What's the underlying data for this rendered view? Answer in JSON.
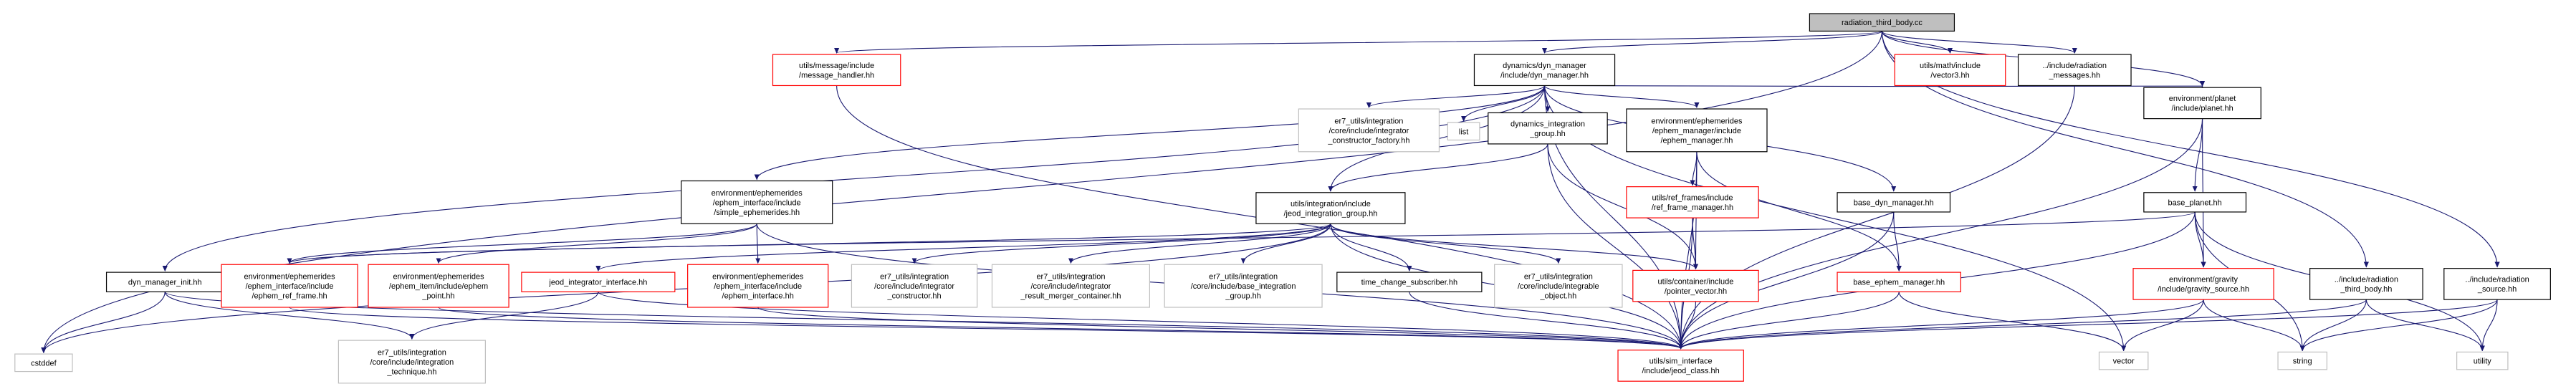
{
  "graph": {
    "nodes": [
      {
        "id": "radiation_third_body_cc",
        "lines": [
          "radiation_third_body.cc"
        ],
        "style": "root"
      },
      {
        "id": "message_handler",
        "lines": [
          "utils/message/include",
          "/message_handler.hh"
        ],
        "style": "red"
      },
      {
        "id": "dyn_manager",
        "lines": [
          "dynamics/dyn_manager",
          "/include/dyn_manager.hh"
        ],
        "style": "black"
      },
      {
        "id": "vector3",
        "lines": [
          "utils/math/include",
          "/vector3.hh"
        ],
        "style": "red"
      },
      {
        "id": "radiation_messages",
        "lines": [
          "../include/radiation",
          "_messages.hh"
        ],
        "style": "black"
      },
      {
        "id": "er7_constructor_factory",
        "lines": [
          "er7_utils/integration",
          "/core/include/integrator",
          "_constructor_factory.hh"
        ],
        "style": "gray"
      },
      {
        "id": "list",
        "lines": [
          "list"
        ],
        "style": "gray"
      },
      {
        "id": "dynamics_integration_group",
        "lines": [
          "dynamics_integration",
          "_group.hh"
        ],
        "style": "black"
      },
      {
        "id": "ephem_manager",
        "lines": [
          "environment/ephemerides",
          "/ephem_manager/include",
          "/ephem_manager.hh"
        ],
        "style": "black"
      },
      {
        "id": "planet",
        "lines": [
          "environment/planet",
          "/include/planet.hh"
        ],
        "style": "black"
      },
      {
        "id": "simple_ephemerides",
        "lines": [
          "environment/ephemerides",
          "/ephem_interface/include",
          "/simple_ephemerides.hh"
        ],
        "style": "black"
      },
      {
        "id": "ref_frame_manager",
        "lines": [
          "utils/ref_frames/include",
          "/ref_frame_manager.hh"
        ],
        "style": "red"
      },
      {
        "id": "base_dyn_manager",
        "lines": [
          "base_dyn_manager.hh"
        ],
        "style": "black"
      },
      {
        "id": "base_planet",
        "lines": [
          "base_planet.hh"
        ],
        "style": "black"
      },
      {
        "id": "jeod_integration_group",
        "lines": [
          "utils/integration/include",
          "/jeod_integration_group.hh"
        ],
        "style": "black"
      },
      {
        "id": "dyn_manager_init",
        "lines": [
          "dyn_manager_init.hh"
        ],
        "style": "black"
      },
      {
        "id": "ephem_ref_frame",
        "lines": [
          "environment/ephemerides",
          "/ephem_interface/include",
          "/ephem_ref_frame.hh"
        ],
        "style": "red"
      },
      {
        "id": "ephem_point",
        "lines": [
          "environment/ephemerides",
          "/ephem_item/include/ephem",
          "_point.hh"
        ],
        "style": "red"
      },
      {
        "id": "jeod_integrator_interface",
        "lines": [
          "jeod_integrator_interface.hh"
        ],
        "style": "red"
      },
      {
        "id": "ephem_interface",
        "lines": [
          "environment/ephemerides",
          "/ephem_interface/include",
          "/ephem_interface.hh"
        ],
        "style": "red"
      },
      {
        "id": "er7_integrator_constructor",
        "lines": [
          "er7_utils/integration",
          "/core/include/integrator",
          "_constructor.hh"
        ],
        "style": "gray"
      },
      {
        "id": "er7_result_merger_container",
        "lines": [
          "er7_utils/integration",
          "/core/include/integrator",
          "_result_merger_container.hh"
        ],
        "style": "gray"
      },
      {
        "id": "er7_base_integration_group",
        "lines": [
          "er7_utils/integration",
          "/core/include/base_integration",
          "_group.hh"
        ],
        "style": "gray"
      },
      {
        "id": "time_change_subscriber",
        "lines": [
          "time_change_subscriber.hh"
        ],
        "style": "black"
      },
      {
        "id": "er7_integrable_object",
        "lines": [
          "er7_utils/integration",
          "/core/include/integrable",
          "_object.hh"
        ],
        "style": "gray"
      },
      {
        "id": "pointer_vector",
        "lines": [
          "utils/container/include",
          "/pointer_vector.hh"
        ],
        "style": "red"
      },
      {
        "id": "base_ephem_manager",
        "lines": [
          "base_ephem_manager.hh"
        ],
        "style": "red"
      },
      {
        "id": "gravity_source",
        "lines": [
          "environment/gravity",
          "/include/gravity_source.hh"
        ],
        "style": "red"
      },
      {
        "id": "radiation_third_body_hh",
        "lines": [
          "../include/radiation",
          "_third_body.hh"
        ],
        "style": "black"
      },
      {
        "id": "radiation_source",
        "lines": [
          "../include/radiation",
          "_source.hh"
        ],
        "style": "black"
      },
      {
        "id": "cstddef",
        "lines": [
          "cstddef"
        ],
        "style": "gray"
      },
      {
        "id": "er7_integration_technique",
        "lines": [
          "er7_utils/integration",
          "/core/include/integration",
          "_technique.hh"
        ],
        "style": "gray"
      },
      {
        "id": "jeod_class",
        "lines": [
          "utils/sim_interface",
          "/include/jeod_class.hh"
        ],
        "style": "red"
      },
      {
        "id": "vector",
        "lines": [
          "vector"
        ],
        "style": "gray"
      },
      {
        "id": "string",
        "lines": [
          "string"
        ],
        "style": "gray"
      },
      {
        "id": "utility",
        "lines": [
          "utility"
        ],
        "style": "gray"
      }
    ],
    "edges": [
      [
        "radiation_third_body_cc",
        "message_handler"
      ],
      [
        "radiation_third_body_cc",
        "dyn_manager"
      ],
      [
        "radiation_third_body_cc",
        "vector3"
      ],
      [
        "radiation_third_body_cc",
        "radiation_messages"
      ],
      [
        "radiation_third_body_cc",
        "planet"
      ],
      [
        "radiation_third_body_cc",
        "radiation_third_body_hh"
      ],
      [
        "radiation_third_body_cc",
        "radiation_source"
      ],
      [
        "radiation_third_body_cc",
        "cstddef"
      ],
      [
        "message_handler",
        "jeod_class"
      ],
      [
        "dyn_manager",
        "er7_constructor_factory"
      ],
      [
        "dyn_manager",
        "list"
      ],
      [
        "dyn_manager",
        "dynamics_integration_group"
      ],
      [
        "dyn_manager",
        "ephem_manager"
      ],
      [
        "dyn_manager",
        "planet"
      ],
      [
        "dyn_manager",
        "simple_ephemerides"
      ],
      [
        "dyn_manager",
        "base_dyn_manager"
      ],
      [
        "dyn_manager",
        "jeod_integration_group"
      ],
      [
        "dyn_manager",
        "dyn_manager_init"
      ],
      [
        "dyn_manager",
        "jeod_class"
      ],
      [
        "dyn_manager",
        "vector"
      ],
      [
        "radiation_messages",
        "jeod_class"
      ],
      [
        "dynamics_integration_group",
        "jeod_integration_group"
      ],
      [
        "dynamics_integration_group",
        "pointer_vector"
      ],
      [
        "dynamics_integration_group",
        "jeod_class"
      ],
      [
        "ephem_manager",
        "ref_frame_manager"
      ],
      [
        "ephem_manager",
        "base_ephem_manager"
      ],
      [
        "ephem_manager",
        "pointer_vector"
      ],
      [
        "ephem_manager",
        "jeod_class"
      ],
      [
        "planet",
        "base_planet"
      ],
      [
        "planet",
        "gravity_source"
      ],
      [
        "planet",
        "jeod_class"
      ],
      [
        "simple_ephemerides",
        "ephem_ref_frame"
      ],
      [
        "simple_ephemerides",
        "ephem_point"
      ],
      [
        "simple_ephemerides",
        "ephem_interface"
      ],
      [
        "simple_ephemerides",
        "jeod_class"
      ],
      [
        "ref_frame_manager",
        "pointer_vector"
      ],
      [
        "ref_frame_manager",
        "jeod_class"
      ],
      [
        "base_dyn_manager",
        "base_ephem_manager"
      ],
      [
        "base_dyn_manager",
        "jeod_class"
      ],
      [
        "base_planet",
        "gravity_source"
      ],
      [
        "base_planet",
        "string"
      ],
      [
        "base_planet",
        "utility"
      ],
      [
        "base_planet",
        "ephem_ref_frame"
      ],
      [
        "base_planet",
        "jeod_class"
      ],
      [
        "jeod_integration_group",
        "ephem_ref_frame"
      ],
      [
        "jeod_integration_group",
        "jeod_integrator_interface"
      ],
      [
        "jeod_integration_group",
        "er7_integrator_constructor"
      ],
      [
        "jeod_integration_group",
        "er7_result_merger_container"
      ],
      [
        "jeod_integration_group",
        "er7_base_integration_group"
      ],
      [
        "jeod_integration_group",
        "time_change_subscriber"
      ],
      [
        "jeod_integration_group",
        "er7_integrable_object"
      ],
      [
        "jeod_integration_group",
        "pointer_vector"
      ],
      [
        "jeod_integration_group",
        "jeod_class"
      ],
      [
        "jeod_integration_group",
        "cstddef"
      ],
      [
        "dyn_manager_init",
        "cstddef"
      ],
      [
        "dyn_manager_init",
        "er7_integration_technique"
      ],
      [
        "dyn_manager_init",
        "jeod_class"
      ],
      [
        "ephem_ref_frame",
        "jeod_class"
      ],
      [
        "ephem_point",
        "jeod_class"
      ],
      [
        "jeod_integrator_interface",
        "er7_integration_technique"
      ],
      [
        "jeod_integrator_interface",
        "jeod_class"
      ],
      [
        "ephem_interface",
        "jeod_class"
      ],
      [
        "time_change_subscriber",
        "jeod_class"
      ],
      [
        "pointer_vector",
        "jeod_class"
      ],
      [
        "base_ephem_manager",
        "jeod_class"
      ],
      [
        "base_ephem_manager",
        "vector"
      ],
      [
        "gravity_source",
        "jeod_class"
      ],
      [
        "gravity_source",
        "vector"
      ],
      [
        "gravity_source",
        "string"
      ],
      [
        "radiation_third_body_hh",
        "jeod_class"
      ],
      [
        "radiation_third_body_hh",
        "string"
      ],
      [
        "radiation_third_body_hh",
        "utility"
      ],
      [
        "radiation_source",
        "jeod_class"
      ],
      [
        "radiation_source",
        "string"
      ],
      [
        "radiation_source",
        "utility"
      ]
    ]
  },
  "colors": {
    "edge": "#191970",
    "black_border": "#000000",
    "red_border": "#ff0000",
    "gray_border": "#bfbfbf",
    "root_fill": "#bfbfbf",
    "gray_text": "#000000"
  }
}
